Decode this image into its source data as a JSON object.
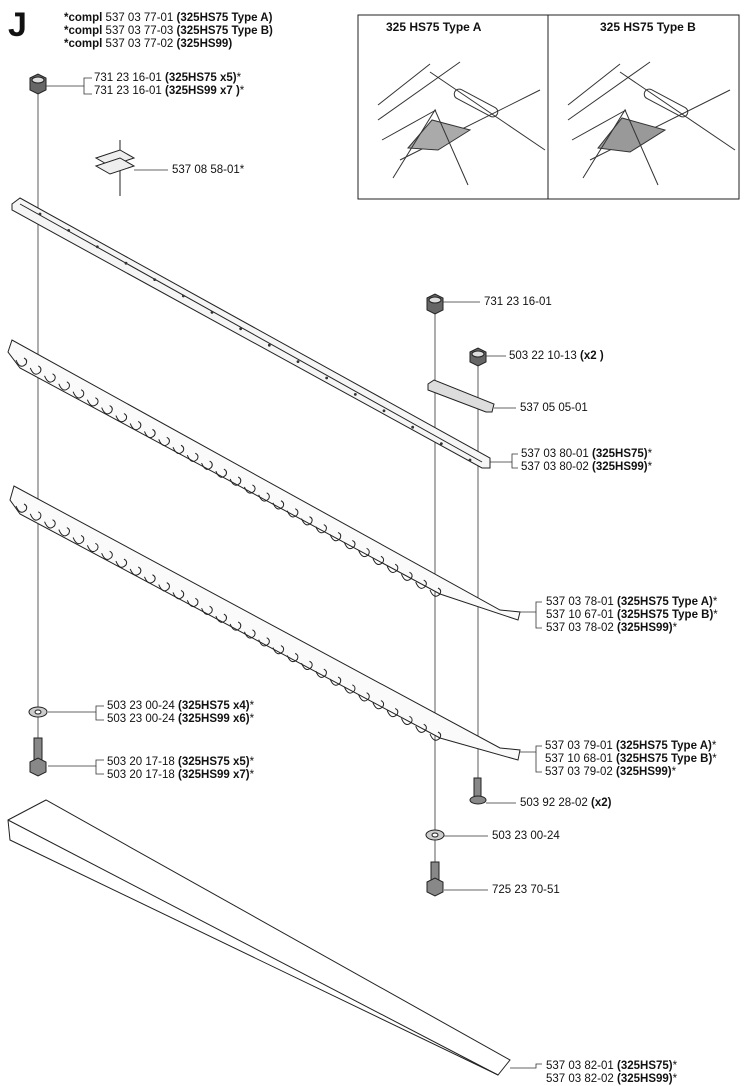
{
  "section_letter": "J",
  "compl_header": [
    {
      "prefix": "*compl",
      "number": "537 03 77-01",
      "model": "(325HS75 Type A)"
    },
    {
      "prefix": "*compl",
      "number": "537 03 77-03",
      "model": "(325HS75 Type B)"
    },
    {
      "prefix": "*compl",
      "number": "537 03 77-02",
      "model": "(325HS99)"
    }
  ],
  "insets": [
    {
      "title": "325 HS75 Type A"
    },
    {
      "title": "325 HS75 Type B"
    }
  ],
  "parts": [
    {
      "lines": [
        {
          "num": "731 23 16-01",
          "bold": "(325HS75 x5)",
          "tail": "*"
        },
        {
          "num": "731 23 16-01",
          "bold": "(325HS99 x7 )",
          "tail": "*"
        }
      ]
    },
    {
      "lines": [
        {
          "num": "537 08 58-01*",
          "bold": "",
          "tail": ""
        }
      ]
    },
    {
      "lines": [
        {
          "num": "731 23 16-01",
          "bold": "",
          "tail": ""
        }
      ]
    },
    {
      "lines": [
        {
          "num": "503 22 10-13",
          "bold": "(x2 )",
          "tail": ""
        }
      ]
    },
    {
      "lines": [
        {
          "num": "537 05 05-01",
          "bold": "",
          "tail": ""
        }
      ]
    },
    {
      "lines": [
        {
          "num": "537 03 80-01",
          "bold": "(325HS75)",
          "tail": "*"
        },
        {
          "num": "537 03 80-02",
          "bold": "(325HS99)",
          "tail": "*"
        }
      ]
    },
    {
      "lines": [
        {
          "num": "537 03 78-01",
          "bold": "(325HS75 Type A)",
          "tail": "*"
        },
        {
          "num": "537 10 67-01",
          "bold": "(325HS75 Type B)",
          "tail": "*"
        },
        {
          "num": "537 03 78-02",
          "bold": "(325HS99)",
          "tail": "*"
        }
      ]
    },
    {
      "lines": [
        {
          "num": "503 23 00-24",
          "bold": "(325HS75 x4)",
          "tail": "*"
        },
        {
          "num": "503 23 00-24",
          "bold": "(325HS99 x6)",
          "tail": "*"
        }
      ]
    },
    {
      "lines": [
        {
          "num": "537 03 79-01",
          "bold": "(325HS75 Type A)",
          "tail": "*"
        },
        {
          "num": "537 10 68-01",
          "bold": "(325HS75 Type B)",
          "tail": "*"
        },
        {
          "num": "537 03 79-02",
          "bold": "(325HS99)",
          "tail": "*"
        }
      ]
    },
    {
      "lines": [
        {
          "num": "503 20 17-18",
          "bold": "(325HS75 x5)",
          "tail": "*"
        },
        {
          "num": "503 20 17-18",
          "bold": "(325HS99 x7)",
          "tail": "*"
        }
      ]
    },
    {
      "lines": [
        {
          "num": "503 92 28-02",
          "bold": "(x2)",
          "tail": ""
        }
      ]
    },
    {
      "lines": [
        {
          "num": "503 23 00-24",
          "bold": "",
          "tail": ""
        }
      ]
    },
    {
      "lines": [
        {
          "num": "725 23 70-51",
          "bold": "",
          "tail": ""
        }
      ]
    },
    {
      "lines": [
        {
          "num": "537 03 82-01",
          "bold": "(325HS75)",
          "tail": "*"
        },
        {
          "num": "537 03 82-02",
          "bold": "(325HS99)",
          "tail": "*"
        }
      ]
    }
  ]
}
